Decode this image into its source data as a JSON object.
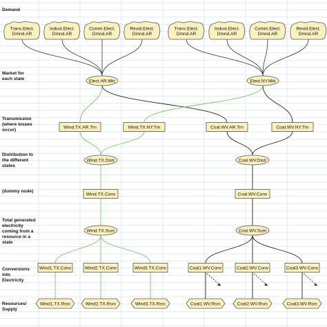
{
  "row_labels": {
    "demand": [
      "Demand"
    ],
    "market": [
      "Market for",
      "each state"
    ],
    "transmission": [
      "Transmission",
      "(where losses",
      "occur)"
    ],
    "distribution": [
      "Distribution to",
      "the different",
      "states"
    ],
    "dummy": [
      "(dummy node)"
    ],
    "total": [
      "Total generated",
      "electricity",
      "coming from a",
      "resource in a",
      "state"
    ],
    "conversion": [
      "Conversions",
      "into",
      "Electricity"
    ],
    "resources": [
      "Resources/",
      "Supply"
    ]
  },
  "demand_nodes": [
    [
      "Trans.Elect.",
      "Dmnd.AR"
    ],
    [
      "Indust.Elect.",
      "Dmnd.AR"
    ],
    [
      "Comm.Elect.",
      "Dmnd.AR"
    ],
    [
      "Resid.Elect.",
      "Dmnd.AR"
    ],
    [
      "Trans.Elect.",
      "Dmnd.AR"
    ],
    [
      "Indust.Elect.",
      "Dmnd.AR"
    ],
    [
      "Comm.Elect.",
      "Dmnd.AR"
    ],
    [
      "Resid.Elect.",
      "Dmnd.AR"
    ]
  ],
  "market_nodes": [
    "Elect.AR.Mkt",
    "Elect.NY.Mkt"
  ],
  "transmission_nodes": [
    "Wind.TX.AR.Trn",
    "Wind.TX.NY.Trn",
    "Coal.WV.AR.Trn",
    "Coal.WV.NY.Trn"
  ],
  "distribution_nodes": [
    "Wind.TX.Distr",
    "Coal.WV.Distr"
  ],
  "dummy_nodes": [
    "Wind.TX.Conv",
    "Coal.WV.Conv"
  ],
  "sum_nodes": [
    "Wind.TX.Sum",
    "Coal.WV.Sum"
  ],
  "conversion_nodes": [
    "Wind1.TX.Conv",
    "Wind2.TX.Conv",
    "Wind3.TX.Conv",
    "Coal1.WV.Conv",
    "Coal2.WV.Conv",
    "Coal3.WV.Conv"
  ],
  "resource_nodes": [
    "Wind1.TX.Rsrc",
    "Wind2.TX.Rsrc",
    "Wind3.TX.Rsrc",
    "Coal1.WV.Rsrc",
    "Coal2.WV.Rsrc",
    "Coal3.WV.Rsrc"
  ],
  "colors": {
    "node_fill": "#fbf0c0",
    "node_stroke": "#555555",
    "wind_edge": "#7ac36a",
    "coal_edge": "#222222",
    "grid": "#c8d4e0"
  }
}
